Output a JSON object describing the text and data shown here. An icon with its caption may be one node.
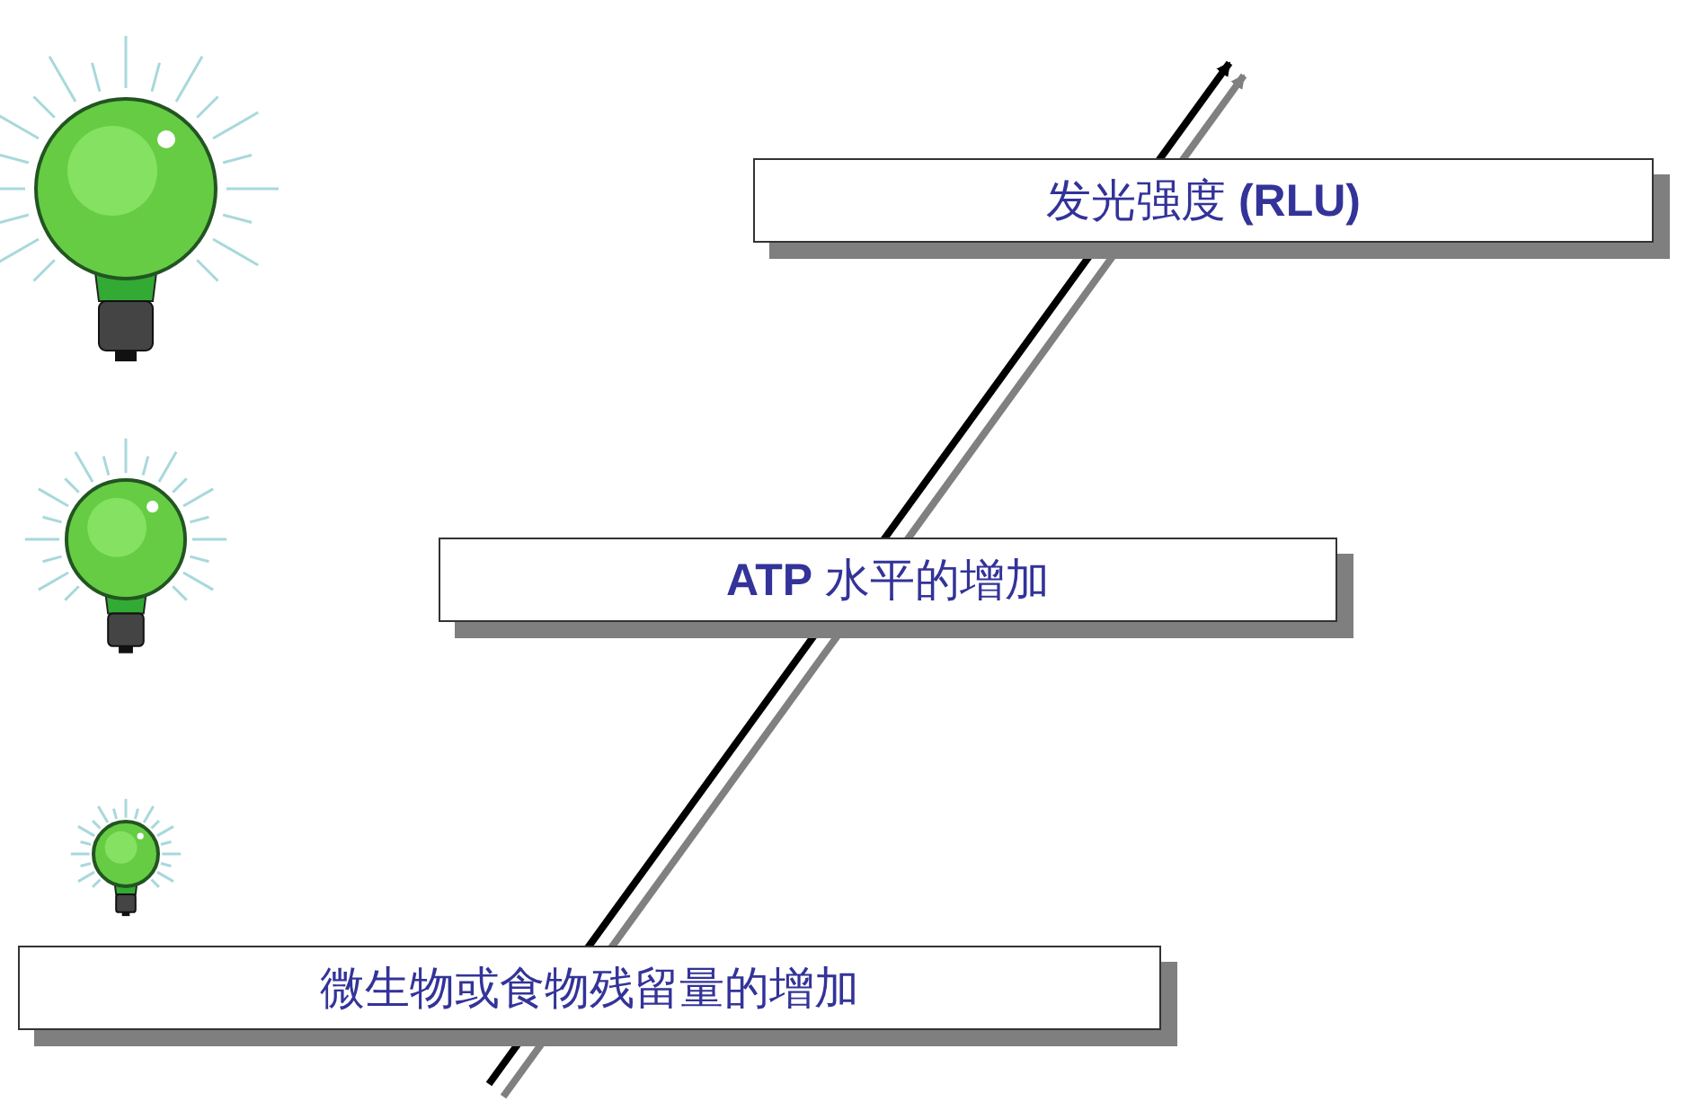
{
  "diagram": {
    "nodes": [
      {
        "text": [
          "发光强度 **(RLU)**"
        ]
      },
      {
        "text": [
          "**ATP** 水平的增加"
        ]
      },
      {
        "text": [
          "微生物或食物残留量的增加"
        ]
      }
    ]
  }
}
